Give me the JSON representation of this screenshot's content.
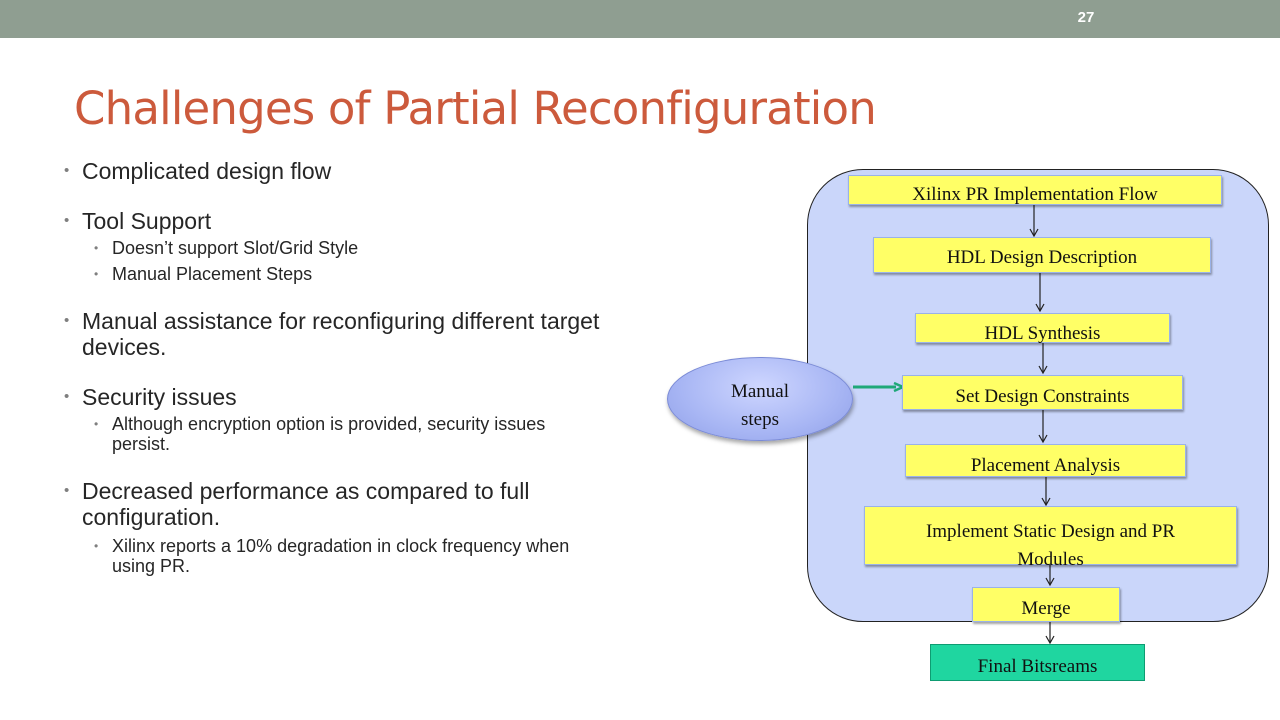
{
  "slide_number": "27",
  "title": "Challenges of Partial Reconfiguration",
  "bullets": {
    "b1": "Complicated design flow",
    "b2": "Tool Support",
    "b2_sub": [
      "Doesn’t support Slot/Grid Style",
      "Manual Placement Steps"
    ],
    "b3_line1": "Manual assistance for reconfiguring different target",
    "b3_line2": "devices.",
    "b4": "Security issues",
    "b4_sub_line1": "Although encryption option is provided, security issues",
    "b4_sub_line2": "persist.",
    "b5_line1": "Decreased performance as compared to full",
    "b5_line2": "configuration.",
    "b5_sub_line1": "Xilinx reports a 10% degradation in clock frequency when",
    "b5_sub_line2": "using PR."
  },
  "flow": {
    "header": "Xilinx PR Implementation Flow",
    "steps": [
      "HDL Design Description",
      "HDL Synthesis",
      "Set Design Constraints",
      "Placement Analysis"
    ],
    "implement_line1": "Implement Static Design and PR",
    "implement_line2": "Modules",
    "merge": "Merge",
    "final": "Final Bitsreams",
    "manual_line1": "Manual",
    "manual_line2": "steps"
  },
  "colors": {
    "title": "#cc5a3c",
    "topbar": "#8f9e91",
    "panel": "#cad6fa",
    "step": "#ffff66",
    "final": "#1fd6a0",
    "manual_arrow": "#1fa878"
  }
}
